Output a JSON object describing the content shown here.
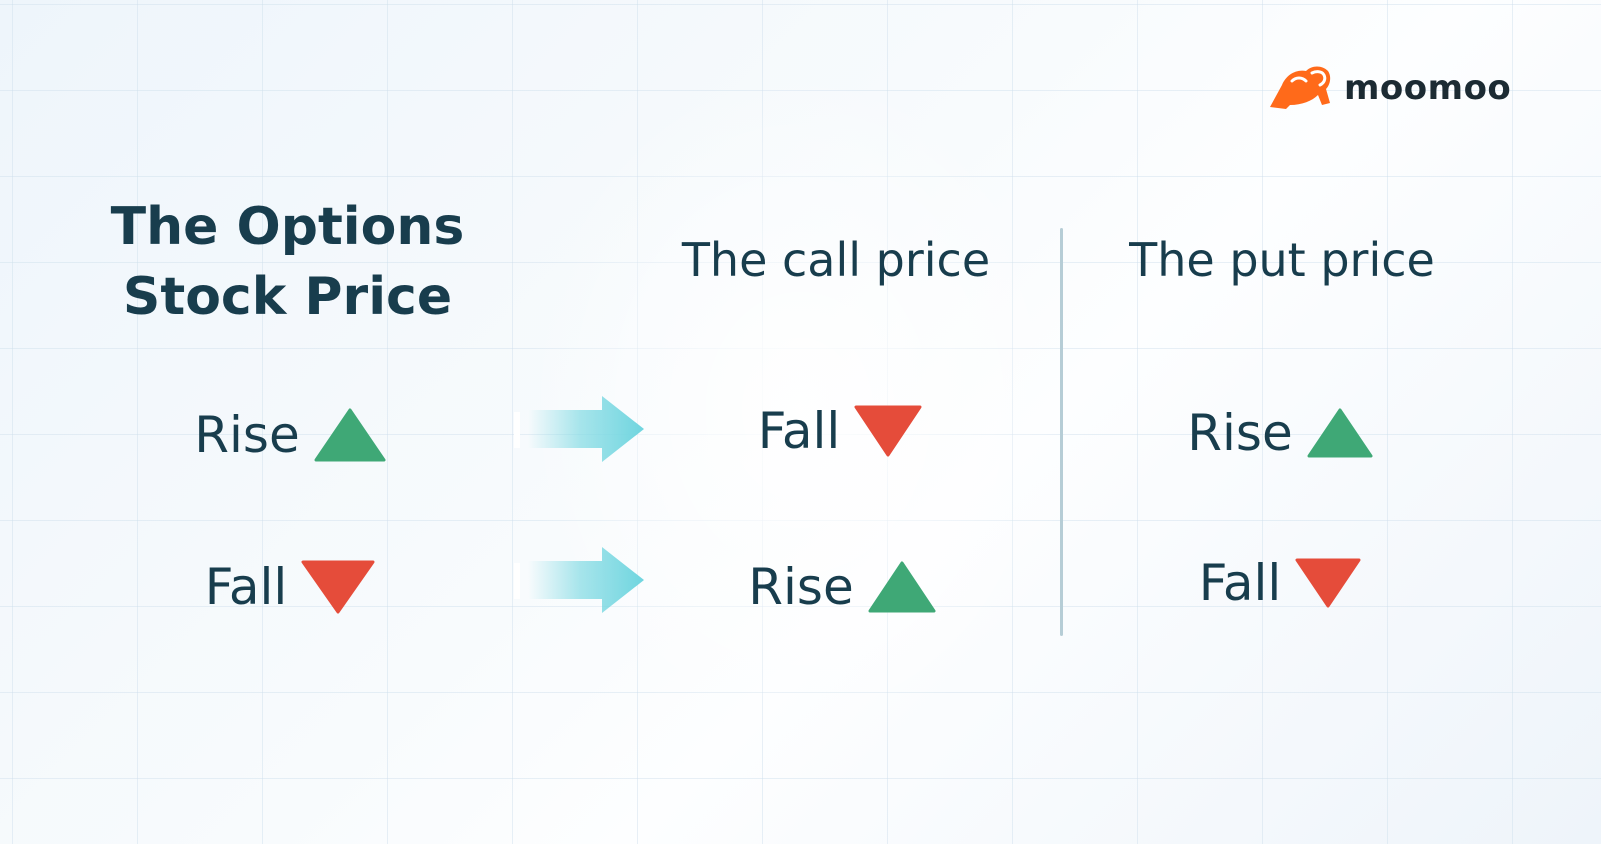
{
  "brand": {
    "name": "moomoo",
    "logo_color": "#ff6a1a"
  },
  "header": {
    "line1": "The Options",
    "line2": "Stock Price"
  },
  "columns": {
    "call": "The call price",
    "put": "The put price"
  },
  "rows": [
    {
      "stock": "Rise",
      "stock_dir": "up",
      "call": "Fall",
      "call_dir": "down",
      "put": "Rise",
      "put_dir": "up"
    },
    {
      "stock": "Fall",
      "stock_dir": "down",
      "call": "Rise",
      "call_dir": "up",
      "put": "Fall",
      "put_dir": "down"
    }
  ],
  "colors": {
    "up": "#3fa876",
    "down": "#e54c3a",
    "arrow": "#6fd5df",
    "text": "#183d4d"
  }
}
